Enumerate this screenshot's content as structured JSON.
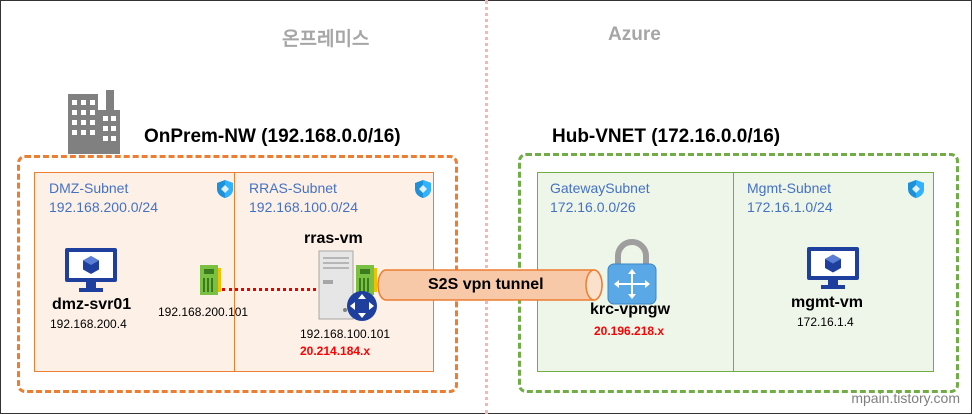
{
  "sections": {
    "onprem": "온프레미스",
    "azure": "Azure"
  },
  "onprem_network": {
    "title": "OnPrem-NW (192.168.0.0/16)",
    "subnets": [
      {
        "name": "DMZ-Subnet",
        "cidr": "192.168.200.0/24"
      },
      {
        "name": "RRAS-Subnet",
        "cidr": "192.168.100.0/24"
      }
    ],
    "dmz_vm": {
      "name": "dmz-svr01",
      "ip": "192.168.200.4"
    },
    "dmz_nic_ip": "192.168.200.101",
    "rras_vm": {
      "name": "rras-vm",
      "private_ip": "192.168.100.101",
      "public_ip": "20.214.184.x"
    }
  },
  "azure_network": {
    "title": "Hub-VNET (172.16.0.0/16)",
    "subnets": [
      {
        "name": "GatewaySubnet",
        "cidr": "172.16.0.0/26"
      },
      {
        "name": "Mgmt-Subnet",
        "cidr": "172.16.1.0/24"
      }
    ],
    "gateway": {
      "name": "krc-vpngw",
      "public_ip": "20.196.218.x"
    },
    "mgmt_vm": {
      "name": "mgmt-vm",
      "ip": "172.16.1.4"
    }
  },
  "tunnel": {
    "label": "S2S vpn tunnel"
  },
  "watermark": "mpain.tistory.com",
  "colors": {
    "onprem_border": "#ed7d31",
    "onprem_fill": "#fdf0e6",
    "azure_border": "#70ad47",
    "azure_fill": "#eef5e9",
    "subnet_text": "#4472c4",
    "public_ip": "#ff0000",
    "vm_blue": "#1f3f9f",
    "tunnel_fill": "#f8c9a8",
    "nic_green": "#7ac143"
  },
  "icons": [
    "building-icon",
    "shield-icon",
    "monitor-icon",
    "nic-icon",
    "server-icon",
    "router-icon",
    "lock-icon",
    "vpn-gateway-icon"
  ]
}
